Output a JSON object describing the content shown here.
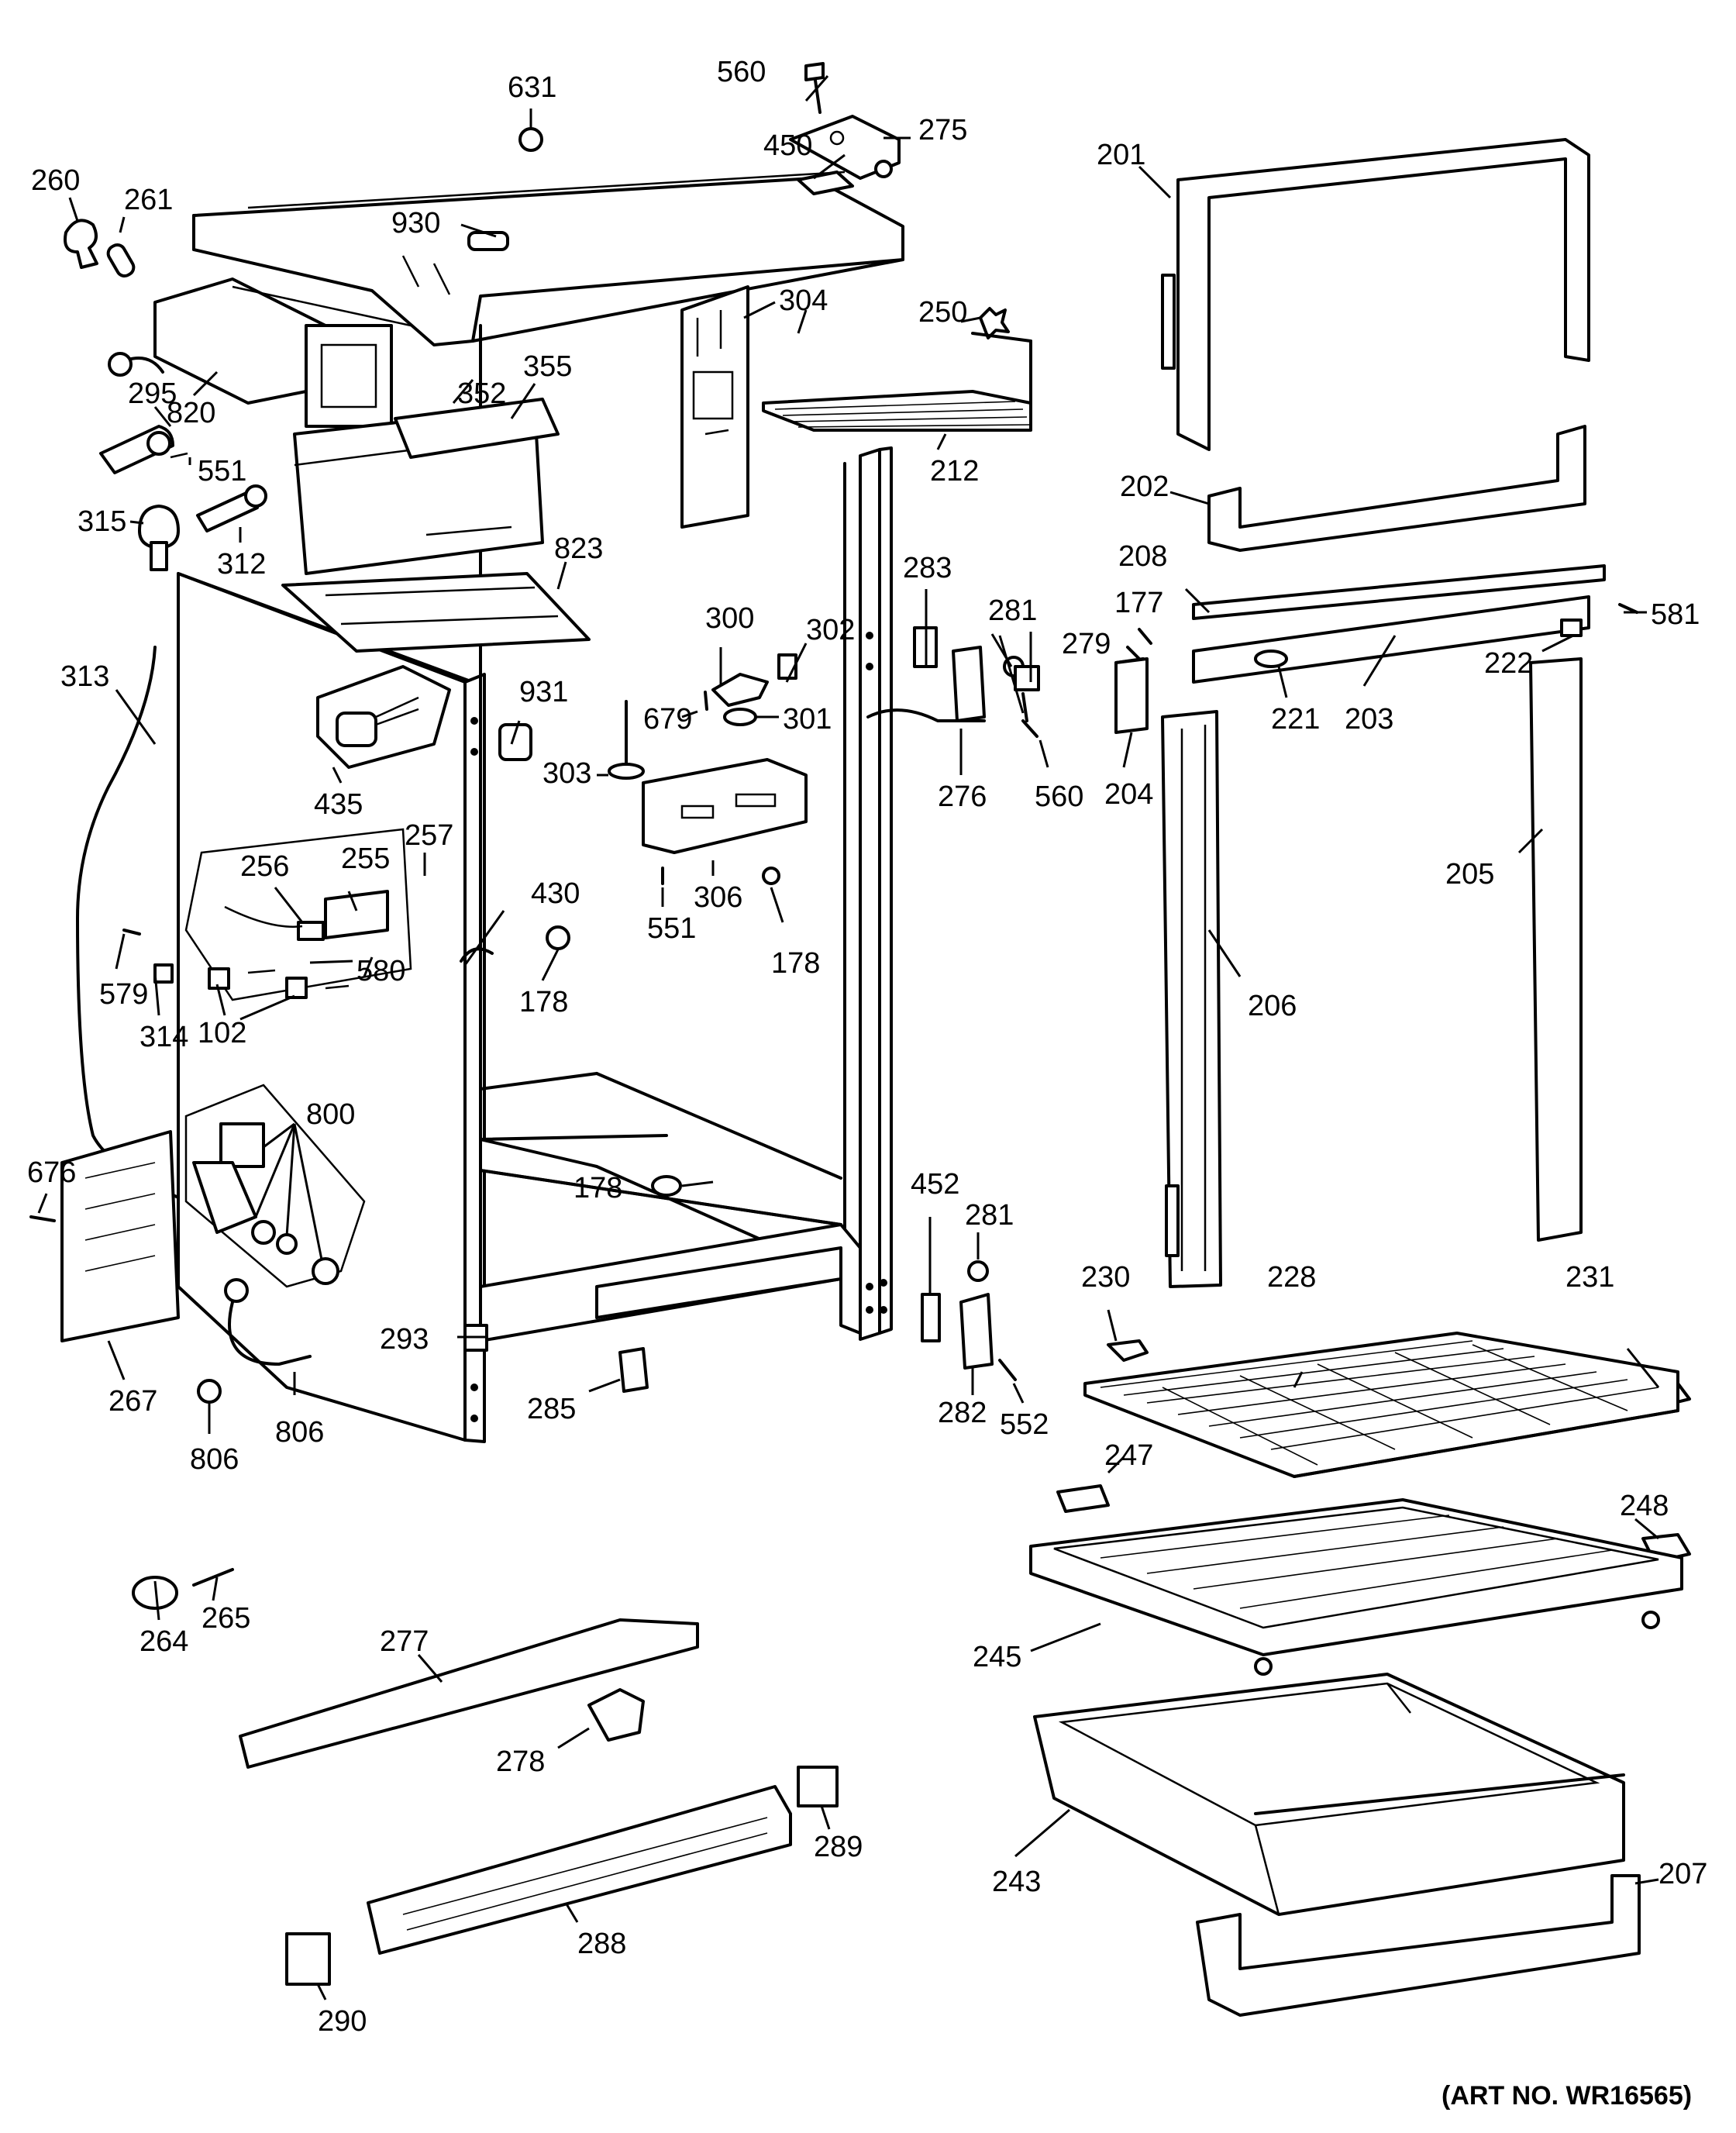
{
  "art_number": "(ART NO. WR16565)",
  "labels": {
    "l201": "201",
    "l202": "202",
    "l203": "203",
    "l204": "204",
    "l205": "205",
    "l206": "206",
    "l207": "207",
    "l208": "208",
    "l212": "212",
    "l221": "221",
    "l222": "222",
    "l228": "228",
    "l230": "230",
    "l231": "231",
    "l243": "243",
    "l245": "245",
    "l247": "247",
    "l248": "248",
    "l250": "250",
    "l255": "255",
    "l256": "256",
    "l257": "257",
    "l260": "260",
    "l261": "261",
    "l264": "264",
    "l265": "265",
    "l267": "267",
    "l275": "275",
    "l276": "276",
    "l277": "277",
    "l278": "278",
    "l279": "279",
    "l281a": "281",
    "l281b": "281",
    "l282": "282",
    "l283": "283",
    "l285": "285",
    "l288": "288",
    "l289": "289",
    "l290": "290",
    "l293": "293",
    "l295": "295",
    "l300": "300",
    "l301": "301",
    "l302": "302",
    "l303": "303",
    "l304": "304",
    "l306": "306",
    "l312": "312",
    "l313": "313",
    "l314": "314",
    "l315": "315",
    "l352": "352",
    "l355": "355",
    "l430": "430",
    "l435": "435",
    "l450": "450",
    "l452": "452",
    "l551a": "551",
    "l551b": "551",
    "l552": "552",
    "l560a": "560",
    "l560b": "560",
    "l579": "579",
    "l580": "580",
    "l581": "581",
    "l631": "631",
    "l676": "676",
    "l679": "679",
    "l800": "800",
    "l806a": "806",
    "l806b": "806",
    "l820": "820",
    "l823": "823",
    "l930": "930",
    "l931": "931",
    "l102": "102",
    "l177": "177",
    "l178a": "178",
    "l178b": "178",
    "l178c": "178"
  }
}
